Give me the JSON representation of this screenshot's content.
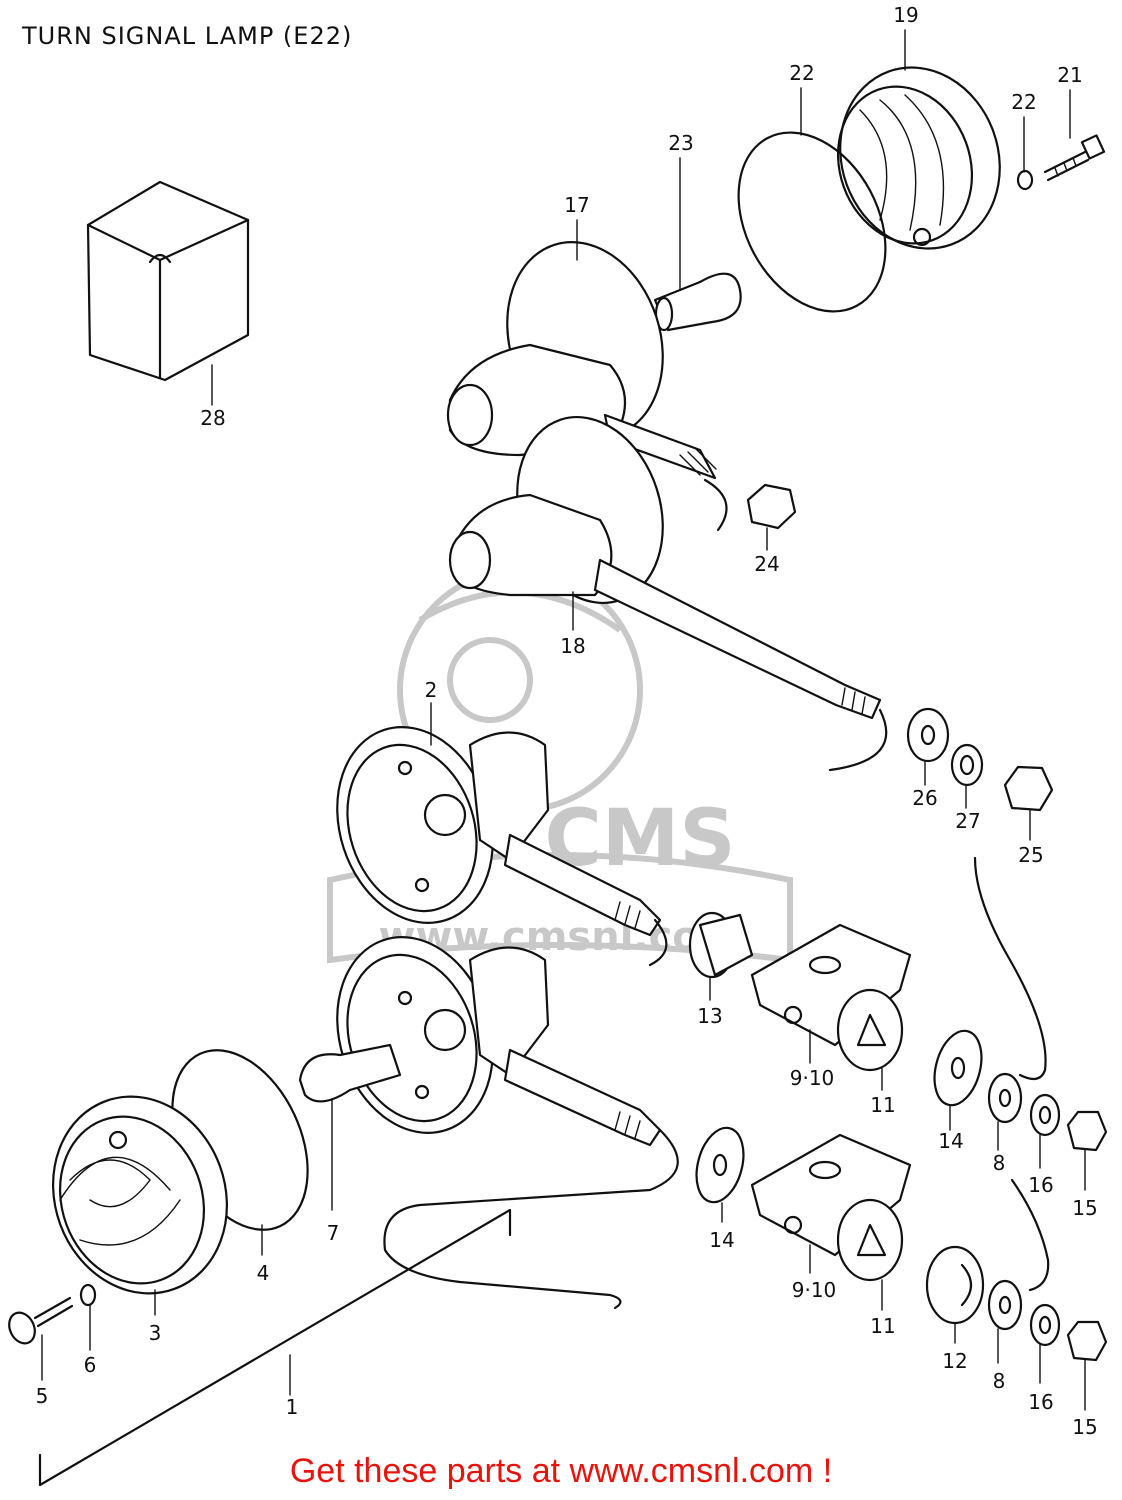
{
  "title": "TURN SIGNAL LAMP (E22)",
  "footer": "Get these parts at www.cmsnl.com !",
  "watermark": {
    "logo_text": "CMS",
    "url_text": "www.cmsnl.com"
  },
  "parts": [
    {
      "id": "p28",
      "label": "28"
    },
    {
      "id": "p19",
      "label": "19"
    },
    {
      "id": "p22a",
      "label": "22"
    },
    {
      "id": "p22b",
      "label": "22"
    },
    {
      "id": "p21",
      "label": "21"
    },
    {
      "id": "p23",
      "label": "23"
    },
    {
      "id": "p17",
      "label": "17"
    },
    {
      "id": "p24",
      "label": "24"
    },
    {
      "id": "p18",
      "label": "18"
    },
    {
      "id": "p2",
      "label": "2"
    },
    {
      "id": "p26",
      "label": "26"
    },
    {
      "id": "p27",
      "label": "27"
    },
    {
      "id": "p25",
      "label": "25"
    },
    {
      "id": "p13",
      "label": "13"
    },
    {
      "id": "p910a",
      "label": "9·10"
    },
    {
      "id": "p11a",
      "label": "11"
    },
    {
      "id": "p14a",
      "label": "14"
    },
    {
      "id": "p8a",
      "label": "8"
    },
    {
      "id": "p16a",
      "label": "16"
    },
    {
      "id": "p15a",
      "label": "15"
    },
    {
      "id": "p7",
      "label": "7"
    },
    {
      "id": "p4",
      "label": "4"
    },
    {
      "id": "p3",
      "label": "3"
    },
    {
      "id": "p14b",
      "label": "14"
    },
    {
      "id": "p910b",
      "label": "9·10"
    },
    {
      "id": "p11b",
      "label": "11"
    },
    {
      "id": "p12",
      "label": "12"
    },
    {
      "id": "p8b",
      "label": "8"
    },
    {
      "id": "p16b",
      "label": "16"
    },
    {
      "id": "p15b",
      "label": "15"
    },
    {
      "id": "p5",
      "label": "5"
    },
    {
      "id": "p6",
      "label": "6"
    },
    {
      "id": "p1",
      "label": "1"
    }
  ]
}
